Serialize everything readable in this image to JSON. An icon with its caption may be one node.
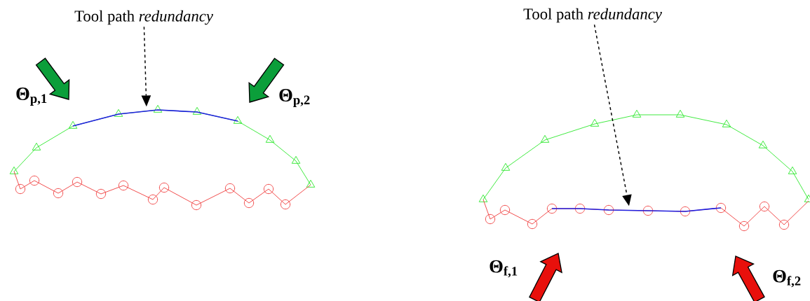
{
  "diagram": {
    "nodes": [
      {
        "text": [
          "Tool path *redundancy*"
        ]
      },
      {
        "text": [],
        "shape": "curve"
      },
      {
        "text": [
          "Tool path *redundancy*"
        ]
      },
      {
        "text": [],
        "shape": "curve"
      }
    ],
    "edges": [
      {
        "from": 0,
        "to": 1,
        "arrow": "to",
        "style": "dashed"
      },
      {
        "from": 2,
        "to": 3,
        "arrow": "to",
        "style": "dashed"
      }
    ],
    "labels": [
      "Θ$_{p,1}$",
      "Θ$_{p,2}$",
      "Θ$_{f,1}$",
      "Θ$_{f,2}$"
    ]
  }
}
